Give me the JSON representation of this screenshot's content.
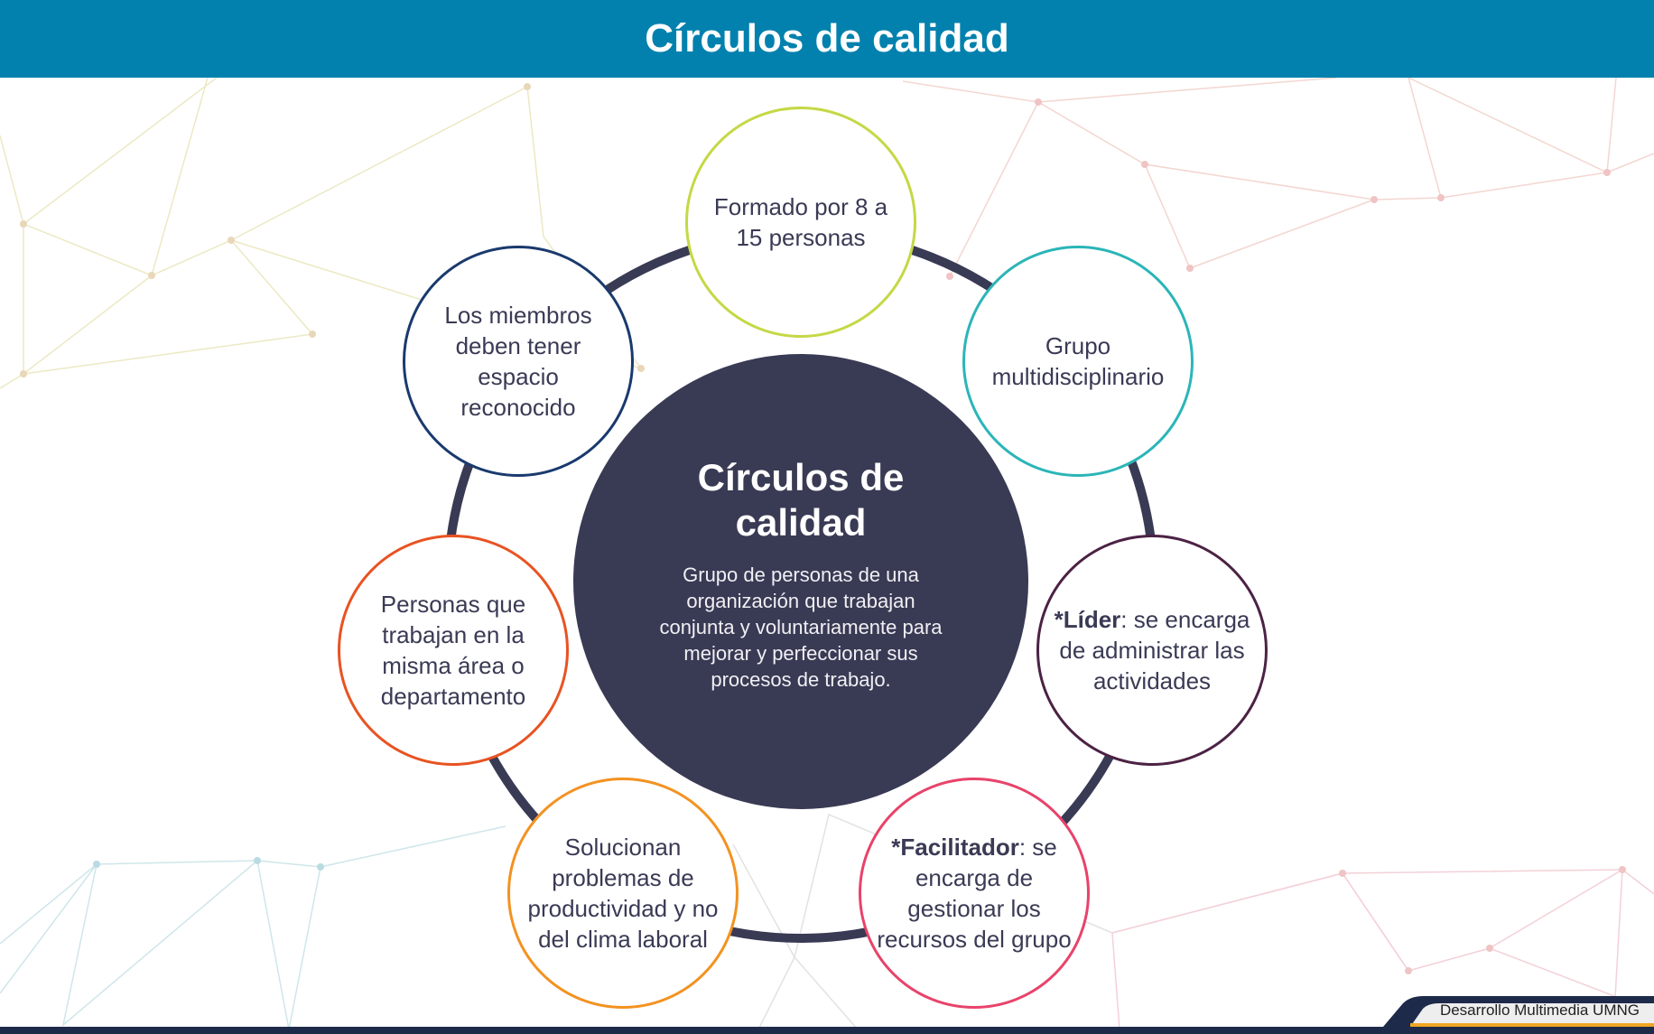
{
  "header": {
    "title": "Círculos de calidad"
  },
  "center": {
    "title": "Círculos de calidad",
    "description": "Grupo de personas de una organización que trabajan conjunta y voluntariamente para mejorar y perfeccionar sus procesos de trabajo."
  },
  "nodes": [
    {
      "text": "Formado por 8 a 15 personas",
      "color": "#c5d845"
    },
    {
      "text": "Grupo multidisciplinario",
      "color": "#2bb5b8"
    },
    {
      "bold": "*Líder",
      "text": ": se encarga de administrar las actividades",
      "color": "#4b2244"
    },
    {
      "bold": "*Facilitador",
      "text": ": se encarga de gestionar los recursos del grupo",
      "color": "#e8436a"
    },
    {
      "text": "Solucionan problemas de productividad y no del clima laboral",
      "color": "#f39221"
    },
    {
      "text": "Personas que trabajan en la misma área o departamento",
      "color": "#e85322"
    },
    {
      "text": "Los miembros deben tener espacio reconocido",
      "color": "#1a3a6e"
    }
  ],
  "footer": {
    "credit": "Desarrollo Multimedia UMNG"
  }
}
